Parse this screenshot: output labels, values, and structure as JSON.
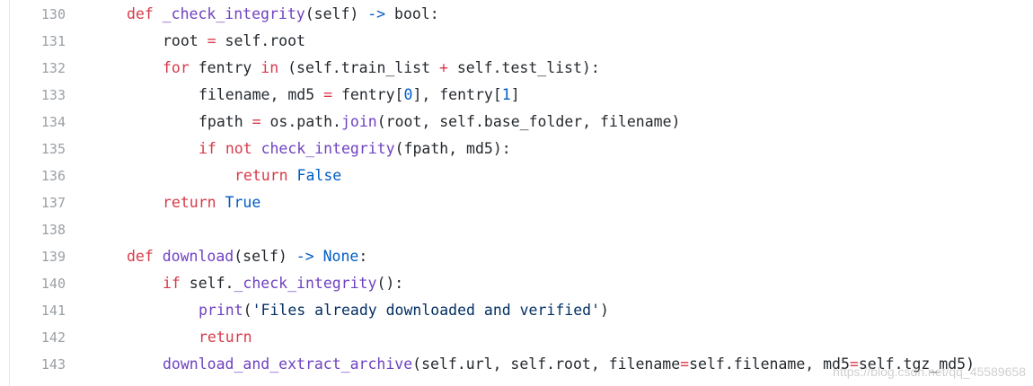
{
  "code": {
    "lines": [
      {
        "num": "130",
        "indent": 1,
        "tokens": [
          [
            "kw",
            "def"
          ],
          [
            "plain",
            " "
          ],
          [
            "fn",
            "_check_integrity"
          ],
          [
            "plain",
            "(self) "
          ],
          [
            "bi",
            "->"
          ],
          [
            "plain",
            " bool:"
          ]
        ]
      },
      {
        "num": "131",
        "indent": 2,
        "tokens": [
          [
            "plain",
            "root "
          ],
          [
            "op",
            "="
          ],
          [
            "plain",
            " self.root"
          ]
        ]
      },
      {
        "num": "132",
        "indent": 2,
        "tokens": [
          [
            "kw",
            "for"
          ],
          [
            "plain",
            " fentry "
          ],
          [
            "kw",
            "in"
          ],
          [
            "plain",
            " (self.train_list "
          ],
          [
            "op",
            "+"
          ],
          [
            "plain",
            " self.test_list):"
          ]
        ]
      },
      {
        "num": "133",
        "indent": 3,
        "tokens": [
          [
            "plain",
            "filename, md5 "
          ],
          [
            "op",
            "="
          ],
          [
            "plain",
            " fentry["
          ],
          [
            "num",
            "0"
          ],
          [
            "plain",
            "], fentry["
          ],
          [
            "num",
            "1"
          ],
          [
            "plain",
            "]"
          ]
        ]
      },
      {
        "num": "134",
        "indent": 3,
        "tokens": [
          [
            "plain",
            "fpath "
          ],
          [
            "op",
            "="
          ],
          [
            "plain",
            " os.path."
          ],
          [
            "fn",
            "join"
          ],
          [
            "plain",
            "(root, self.base_folder, filename)"
          ]
        ]
      },
      {
        "num": "135",
        "indent": 3,
        "tokens": [
          [
            "kw",
            "if"
          ],
          [
            "plain",
            " "
          ],
          [
            "kw",
            "not"
          ],
          [
            "plain",
            " "
          ],
          [
            "fn",
            "check_integrity"
          ],
          [
            "plain",
            "(fpath, md5):"
          ]
        ]
      },
      {
        "num": "136",
        "indent": 4,
        "tokens": [
          [
            "kw",
            "return"
          ],
          [
            "plain",
            " "
          ],
          [
            "bi",
            "False"
          ]
        ]
      },
      {
        "num": "137",
        "indent": 2,
        "tokens": [
          [
            "kw",
            "return"
          ],
          [
            "plain",
            " "
          ],
          [
            "bi",
            "True"
          ]
        ]
      },
      {
        "num": "138",
        "indent": 0,
        "tokens": []
      },
      {
        "num": "139",
        "indent": 1,
        "tokens": [
          [
            "kw",
            "def"
          ],
          [
            "plain",
            " "
          ],
          [
            "fn",
            "download"
          ],
          [
            "plain",
            "(self) "
          ],
          [
            "bi",
            "->"
          ],
          [
            "plain",
            " "
          ],
          [
            "bi",
            "None"
          ],
          [
            "plain",
            ":"
          ]
        ]
      },
      {
        "num": "140",
        "indent": 2,
        "tokens": [
          [
            "kw",
            "if"
          ],
          [
            "plain",
            " self."
          ],
          [
            "fn",
            "_check_integrity"
          ],
          [
            "plain",
            "():"
          ]
        ]
      },
      {
        "num": "141",
        "indent": 3,
        "tokens": [
          [
            "fn",
            "print"
          ],
          [
            "plain",
            "("
          ],
          [
            "str",
            "'Files already downloaded and verified'"
          ],
          [
            "plain",
            ")"
          ]
        ]
      },
      {
        "num": "142",
        "indent": 3,
        "tokens": [
          [
            "kw",
            "return"
          ]
        ]
      },
      {
        "num": "143",
        "indent": 2,
        "tokens": [
          [
            "fn",
            "download_and_extract_archive"
          ],
          [
            "plain",
            "(self.url, self.root, filename"
          ],
          [
            "op",
            "="
          ],
          [
            "plain",
            "self.filename, md5"
          ],
          [
            "op",
            "="
          ],
          [
            "plain",
            "self.tgz_md5)"
          ]
        ]
      }
    ]
  },
  "watermark": "https://blog.csdn.net/qq_45589658",
  "colors": {
    "keyword": "#d73a49",
    "function": "#6f42c1",
    "builtin": "#005cc5",
    "string": "#032f62",
    "line_number": "#9aa0a6"
  }
}
